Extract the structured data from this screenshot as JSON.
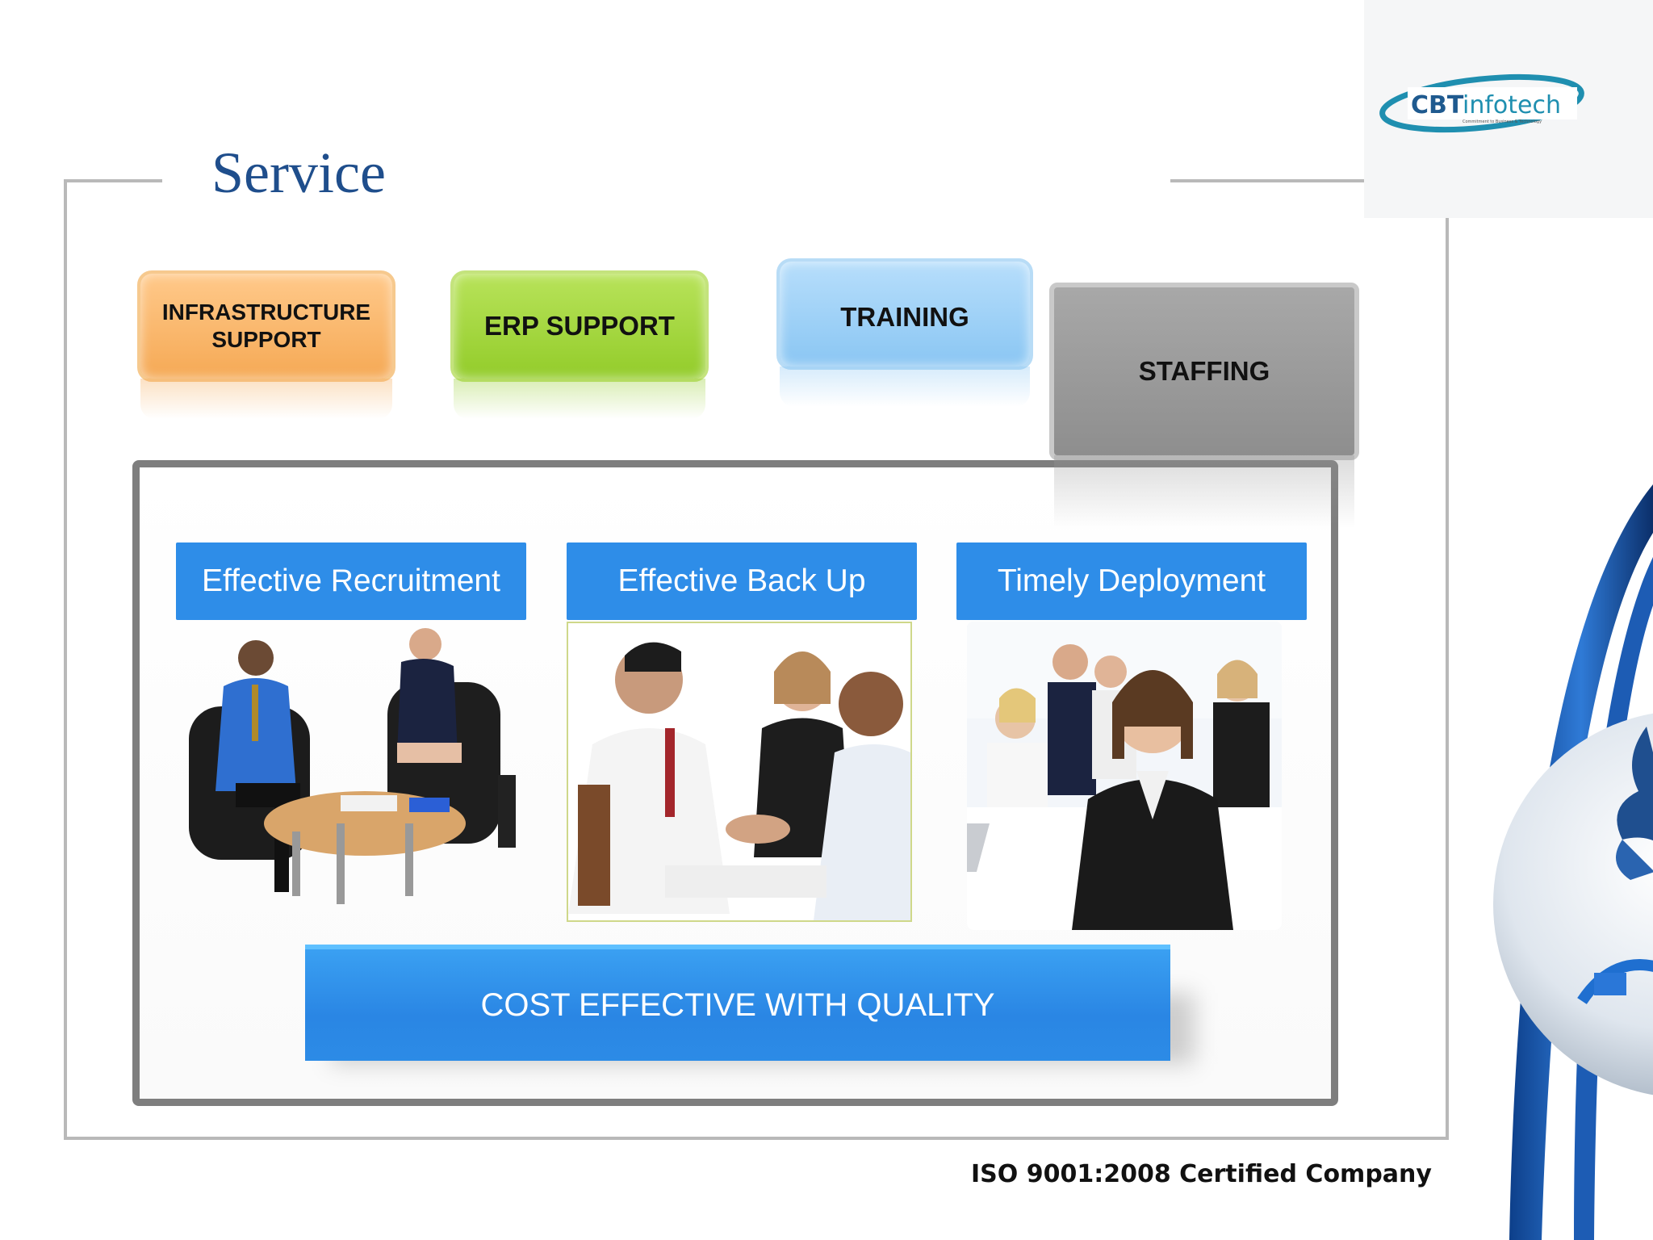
{
  "slide": {
    "title": "Service"
  },
  "logo": {
    "brand_prefix": "CBT",
    "brand_suffix": "infotech",
    "tagline": "Commitment to Business & Technology"
  },
  "service_tabs": [
    {
      "label": "INFRASTRUCTURE\nSUPPORT",
      "line1": "INFRASTRUCTURE",
      "line2": "SUPPORT",
      "color": "#f5a955"
    },
    {
      "label": "ERP SUPPORT",
      "color": "#93cc2a"
    },
    {
      "label": "TRAINING",
      "color": "#8ac6f3"
    },
    {
      "label": "STAFFING",
      "color": "#999999"
    }
  ],
  "staffing_panel": {
    "columns": [
      {
        "label": "Effective Recruitment",
        "image": "interview-meeting"
      },
      {
        "label": "Effective Back Up",
        "image": "handshake-meeting"
      },
      {
        "label": "Timely Deployment",
        "image": "office-team"
      }
    ],
    "banner": "COST EFFECTIVE WITH QUALITY",
    "accent_color": "#2e8de8"
  },
  "footer": {
    "certification": "ISO 9001:2008 Certified Company"
  }
}
